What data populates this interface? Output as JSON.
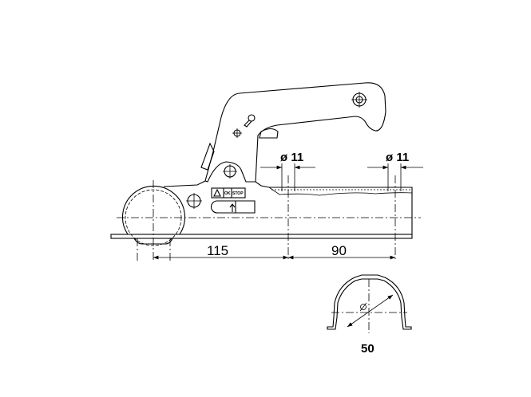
{
  "drawing": {
    "label_ok": "OK",
    "label_stop": "STOP",
    "dim_hole_left": "ø 11",
    "dim_hole_right": "ø 11",
    "dim_ball_to_hole": "115",
    "dim_hole_spacing": "90",
    "dim_section_diameter": "50"
  }
}
